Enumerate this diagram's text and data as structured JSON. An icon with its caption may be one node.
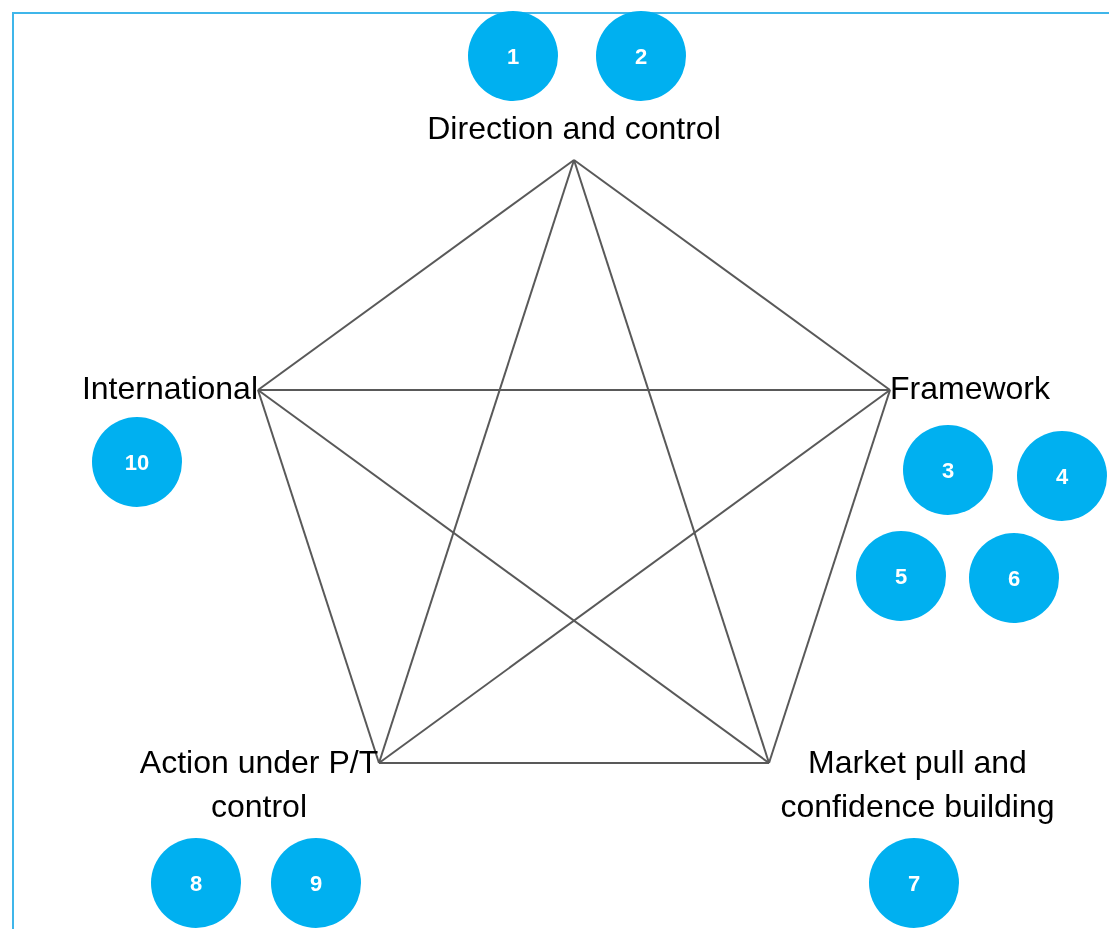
{
  "diagram": {
    "nodes": [
      {
        "text": [
          "Direction and control"
        ]
      },
      {
        "text": [
          "1"
        ]
      },
      {
        "text": [
          "2"
        ]
      },
      {
        "text": [
          "International"
        ]
      },
      {
        "text": [
          "10"
        ]
      },
      {
        "text": [
          "Framework"
        ]
      },
      {
        "text": [
          "3"
        ]
      },
      {
        "text": [
          "4"
        ]
      },
      {
        "text": [
          "5"
        ]
      },
      {
        "text": [
          "6"
        ]
      },
      {
        "text": [
          "Action under P/T control"
        ]
      },
      {
        "text": [
          "Market pull and confidence building"
        ]
      },
      {
        "text": [
          "8"
        ]
      },
      {
        "text": [
          "9"
        ]
      },
      {
        "text": [
          "7"
        ]
      }
    ],
    "edges": [
      {
        "from": 0,
        "to": 5,
        "arrow": "none"
      },
      {
        "from": 0,
        "to": 11,
        "arrow": "none"
      },
      {
        "from": 0,
        "to": 10,
        "arrow": "none"
      },
      {
        "from": 0,
        "to": 3,
        "arrow": "none"
      },
      {
        "from": 5,
        "to": 11,
        "arrow": "none"
      },
      {
        "from": 5,
        "to": 10,
        "arrow": "none"
      },
      {
        "from": 5,
        "to": 3,
        "arrow": "none"
      },
      {
        "from": 11,
        "to": 10,
        "arrow": "none"
      },
      {
        "from": 11,
        "to": 3,
        "arrow": "none"
      },
      {
        "from": 10,
        "to": 3,
        "arrow": "none"
      }
    ]
  }
}
